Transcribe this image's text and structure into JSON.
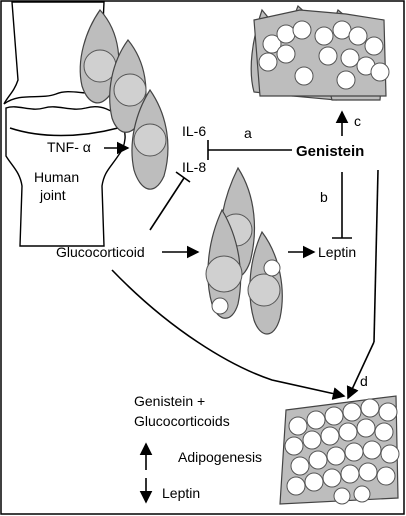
{
  "labels": {
    "tnf": "TNF- α",
    "il6": "IL-6",
    "il8": "IL-8",
    "joint_line1": "Human",
    "joint_line2": "joint",
    "genistein": "Genistein",
    "glucocorticoid": "Glucocorticoid",
    "leptin": "Leptin",
    "a": "a",
    "b": "b",
    "c": "c",
    "d": "d",
    "legend_line1": "Genistein +",
    "legend_line2": "Glucocorticoids",
    "legend_adipogenesis": "Adipogenesis",
    "legend_leptin": "Leptin"
  },
  "colors": {
    "cell_fill": "#bdbdbd",
    "fat_droplet": "#ffffff",
    "line": "#000000"
  }
}
